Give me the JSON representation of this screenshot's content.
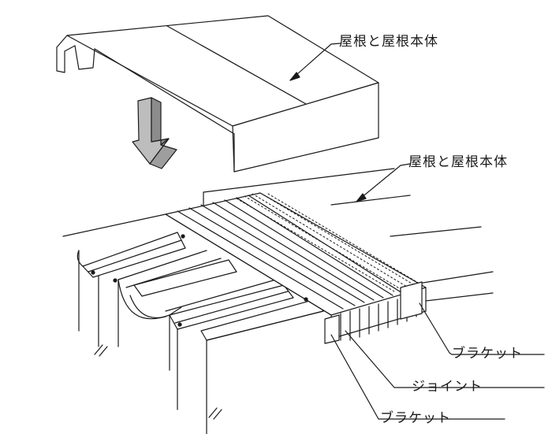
{
  "labels": {
    "roof_top": "屋根と屋根本体",
    "roof_middle": "屋根と屋根本体",
    "bracket_right": "ブラケット",
    "joint": "ジョイント",
    "bracket_bottom": "ブラケット"
  },
  "colors": {
    "line": "#1a1a1a",
    "arrow_fill": "#bdbdbd",
    "arrow_shade": "#8c8c8c",
    "background": "#ffffff"
  },
  "icons": {
    "down_arrow": "down-arrow-icon"
  }
}
